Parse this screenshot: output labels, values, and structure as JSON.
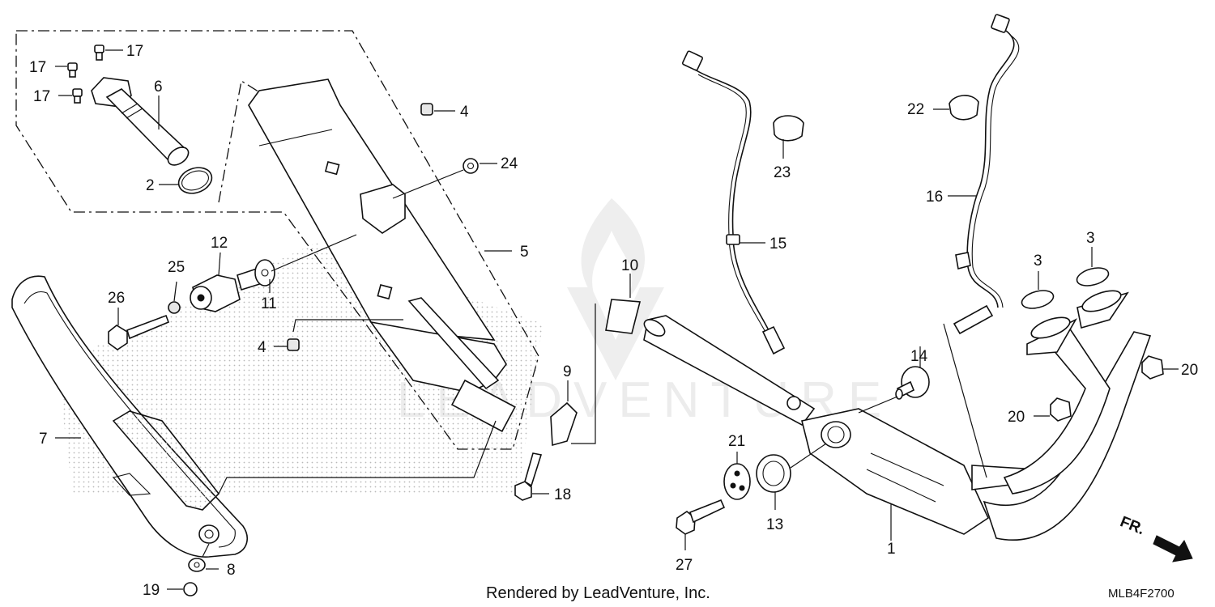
{
  "diagram": {
    "callouts": [
      {
        "id": "c-17a",
        "text": "17"
      },
      {
        "id": "c-17b",
        "text": "17"
      },
      {
        "id": "c-17c",
        "text": "17"
      },
      {
        "id": "c-6",
        "text": "6"
      },
      {
        "id": "c-2",
        "text": "2"
      },
      {
        "id": "c-4a",
        "text": "4"
      },
      {
        "id": "c-24",
        "text": "24"
      },
      {
        "id": "c-5",
        "text": "5"
      },
      {
        "id": "c-12",
        "text": "12"
      },
      {
        "id": "c-25",
        "text": "25"
      },
      {
        "id": "c-26",
        "text": "26"
      },
      {
        "id": "c-11",
        "text": "11"
      },
      {
        "id": "c-4b",
        "text": "4"
      },
      {
        "id": "c-10",
        "text": "10"
      },
      {
        "id": "c-9",
        "text": "9"
      },
      {
        "id": "c-7",
        "text": "7"
      },
      {
        "id": "c-18",
        "text": "18"
      },
      {
        "id": "c-8",
        "text": "8"
      },
      {
        "id": "c-19",
        "text": "19"
      },
      {
        "id": "c-23",
        "text": "23"
      },
      {
        "id": "c-15",
        "text": "15"
      },
      {
        "id": "c-22",
        "text": "22"
      },
      {
        "id": "c-16",
        "text": "16"
      },
      {
        "id": "c-3a",
        "text": "3"
      },
      {
        "id": "c-3b",
        "text": "3"
      },
      {
        "id": "c-14",
        "text": "14"
      },
      {
        "id": "c-20a",
        "text": "20"
      },
      {
        "id": "c-20b",
        "text": "20"
      },
      {
        "id": "c-21",
        "text": "21"
      },
      {
        "id": "c-13",
        "text": "13"
      },
      {
        "id": "c-27",
        "text": "27"
      },
      {
        "id": "c-1",
        "text": "1"
      }
    ],
    "direction_label": "FR.",
    "footer": "Rendered by LeadVenture, Inc.",
    "diagram_code": "MLB4F2700",
    "watermark": "LEADVENTURE"
  }
}
